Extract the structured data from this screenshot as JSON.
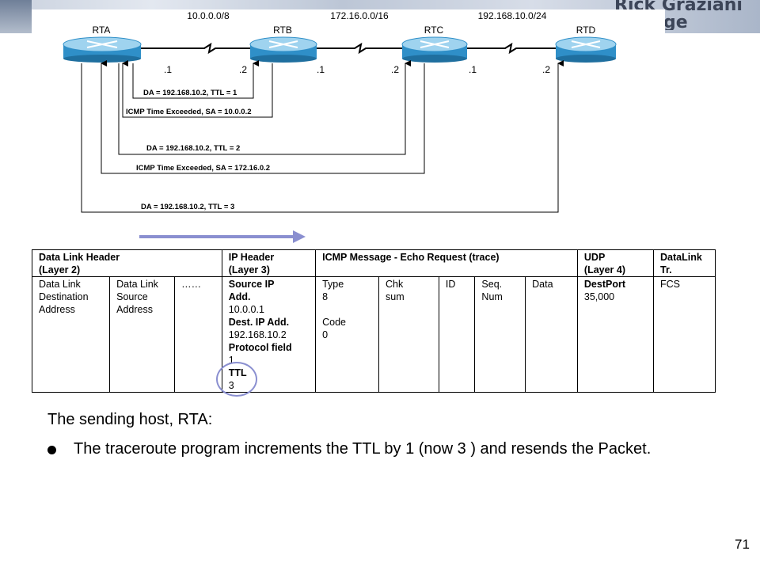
{
  "banner": {
    "author_line1": "Rick Graziani",
    "author_line2": "ge"
  },
  "networks": [
    "10.0.0.0/8",
    "172.16.0.0/16",
    "192.168.10.0/24"
  ],
  "routers": [
    "RTA",
    "RTB",
    "RTC",
    "RTD"
  ],
  "interfaces": [
    ".1",
    ".2",
    ".1",
    ".2",
    ".1",
    ".2"
  ],
  "trace_labels": [
    "DA = 192.168.10.2,   TTL = 1",
    "ICMP Time Exceeded, SA =  10.0.0.2",
    "DA = 192.168.10.2,   TTL = 2",
    "ICMP Time Exceeded, SA =  172.16.0.2",
    "DA = 192.168.10.2,   TTL = 3"
  ],
  "colors": {
    "router_body": "#2f8fc8",
    "router_top": "#9fd3ef",
    "arrow": "#8a8fd0",
    "circle": "#8a8fd0"
  },
  "frame": {
    "headers": {
      "data_link": [
        "Data Link Header",
        "(Layer 2)"
      ],
      "ip": [
        "IP Header",
        "(Layer 3)"
      ],
      "icmp": [
        "ICMP Message - Echo Request (trace)",
        ""
      ],
      "udp": [
        "UDP",
        "(Layer 4)"
      ],
      "trailer": [
        "DataLink",
        "Tr."
      ]
    },
    "cells": {
      "dl_dest": [
        "Data Link",
        "Destination",
        "Address"
      ],
      "dl_src": [
        "Data Link",
        "Source",
        "Address"
      ],
      "dots": "……",
      "ip_src_label": "Source IP",
      "ip_src_label2": "Add.",
      "ip_src_val": "10.0.0.1",
      "ip_dst_label": "Dest. IP Add.",
      "ip_dst_val": "192.168.10.2",
      "proto_label": "Protocol field",
      "proto_val": "1",
      "ttl_label": "TTL",
      "ttl_val": "3",
      "type": [
        "Type",
        "8",
        "",
        "Code",
        "0"
      ],
      "chk": [
        "Chk",
        "sum"
      ],
      "id": "ID",
      "seq": [
        "Seq.",
        "Num"
      ],
      "data": "Data",
      "destport_label": "DestPort",
      "destport_val": "35,000",
      "fcs": "FCS"
    }
  },
  "caption": "The sending host, RTA:",
  "bullet": "The traceroute program increments the TTL by 1 (now 3 ) and resends the Packet.",
  "page_number": "71"
}
